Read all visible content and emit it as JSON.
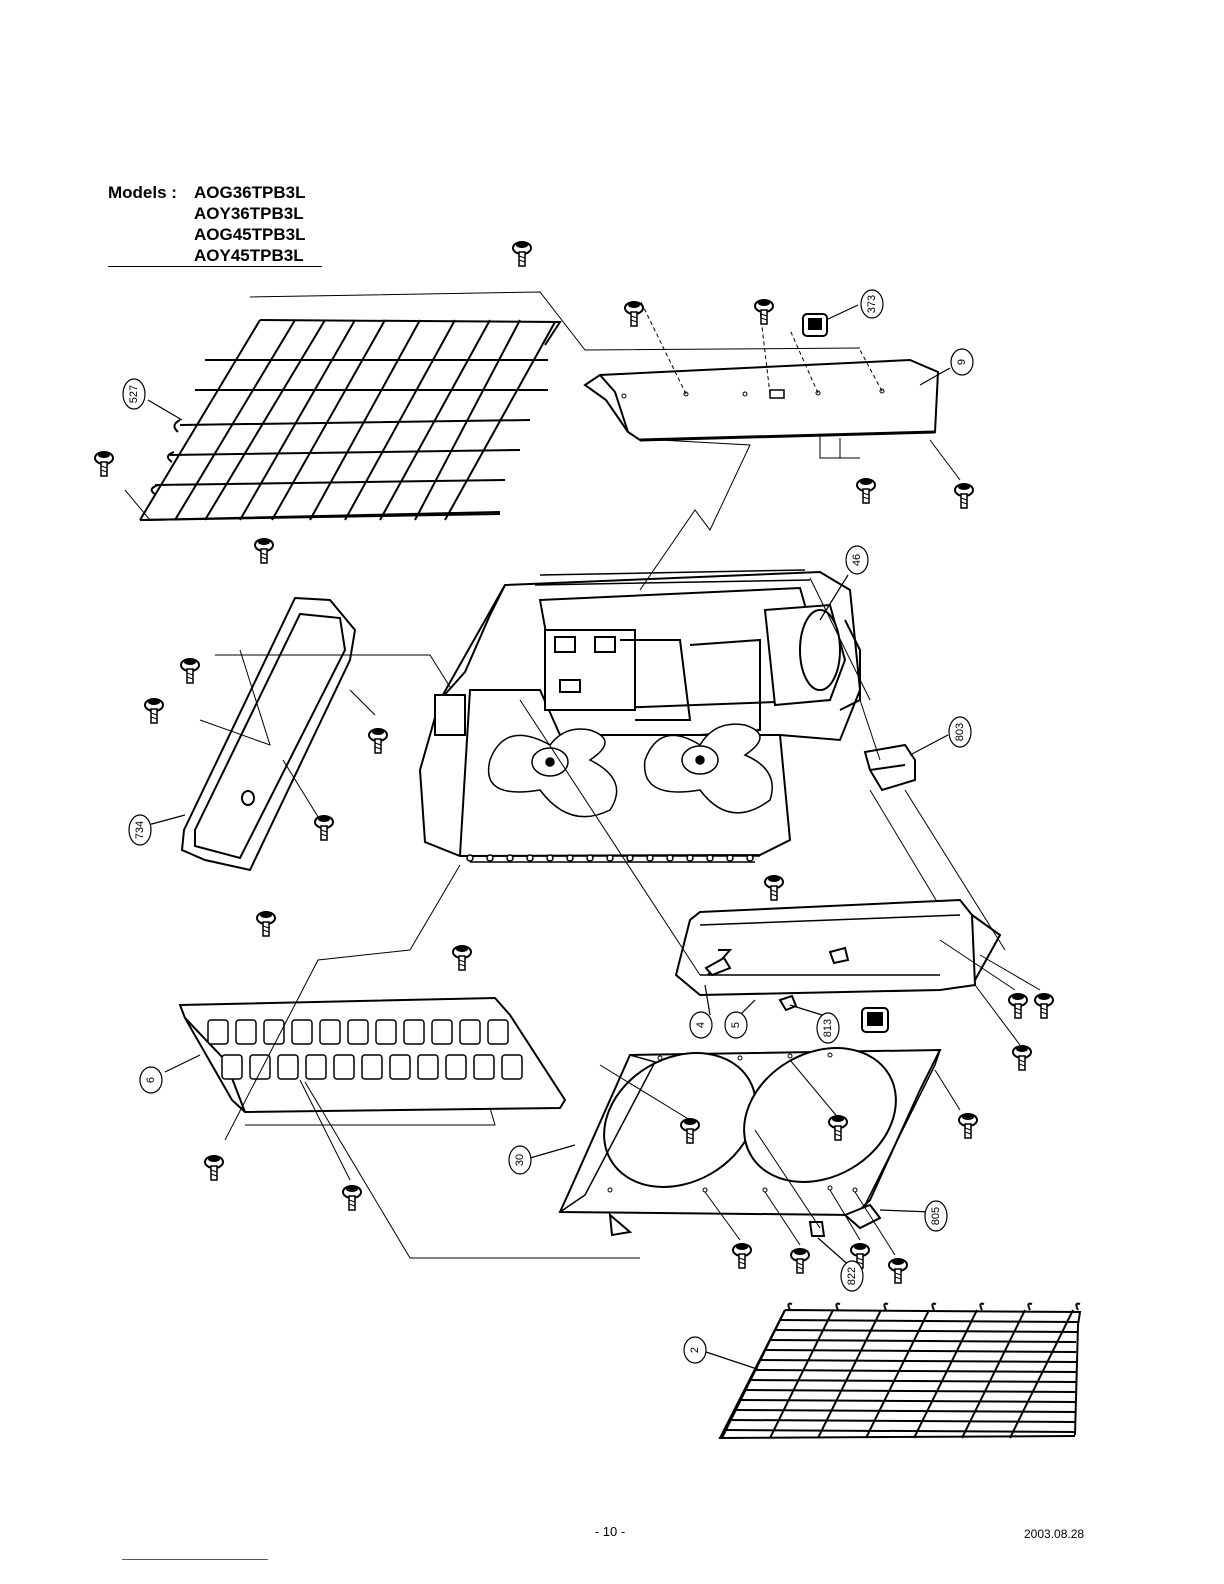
{
  "header": {
    "models_label": "Models :",
    "models": [
      "AOG36TPB3L",
      "AOY36TPB3L",
      "AOG45TPB3L",
      "AOY45TPB3L"
    ]
  },
  "callouts": {
    "c373": "373",
    "c9": "9",
    "c527": "527",
    "c46": "46",
    "c803": "803",
    "c734": "734",
    "c4": "4",
    "c5": "5",
    "c813": "813",
    "c6": "6",
    "c30": "30",
    "c805": "805",
    "c822": "822",
    "c2": "2"
  },
  "footer": {
    "page_number": "- 10 -",
    "date": "2003.08.28"
  }
}
